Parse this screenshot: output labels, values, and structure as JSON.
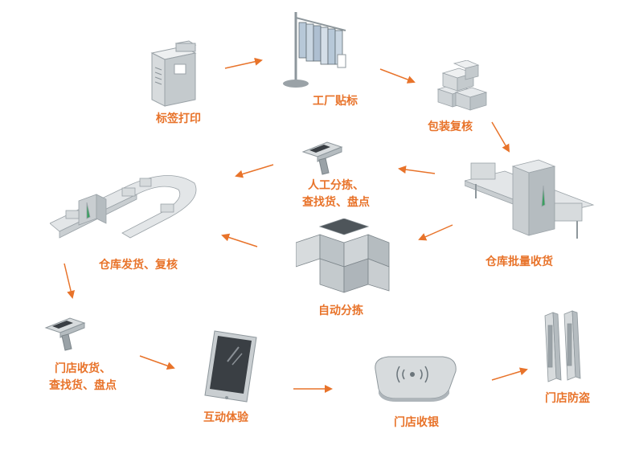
{
  "colors": {
    "accent": "#e8732a",
    "device": "#c9ced1",
    "device_dark": "#8e979c",
    "screen": "#3a3f44"
  },
  "nodes": {
    "label_printing": {
      "label": "标签打印",
      "icon": "label-printer-icon"
    },
    "factory_tagging": {
      "label": "工厂贴标",
      "icon": "garment-rack-icon"
    },
    "packing_recheck": {
      "label": "包装复核",
      "icon": "boxes-icon"
    },
    "warehouse_bulk_receive": {
      "label": "仓库批量收货",
      "icon": "tunnel-scanner-conveyor-icon"
    },
    "manual_sorting": {
      "line1": "人工分拣、",
      "line2": "查找货、盘点",
      "icon": "handheld-reader-icon"
    },
    "auto_sorting": {
      "label": "自动分拣",
      "icon": "sorting-bins-icon"
    },
    "warehouse_ship": {
      "label": "仓库发货、复核",
      "icon": "curved-conveyor-icon"
    },
    "store_receive": {
      "line1": "门店收货、",
      "line2": "查找货、盘点",
      "icon": "handheld-reader-icon"
    },
    "interactive_experience": {
      "label": "互动体验",
      "icon": "tablet-icon"
    },
    "store_checkout": {
      "label": "门店收银",
      "icon": "desktop-reader-pad-icon"
    },
    "store_antitheft": {
      "label": "门店防盗",
      "icon": "security-gate-icon"
    }
  }
}
